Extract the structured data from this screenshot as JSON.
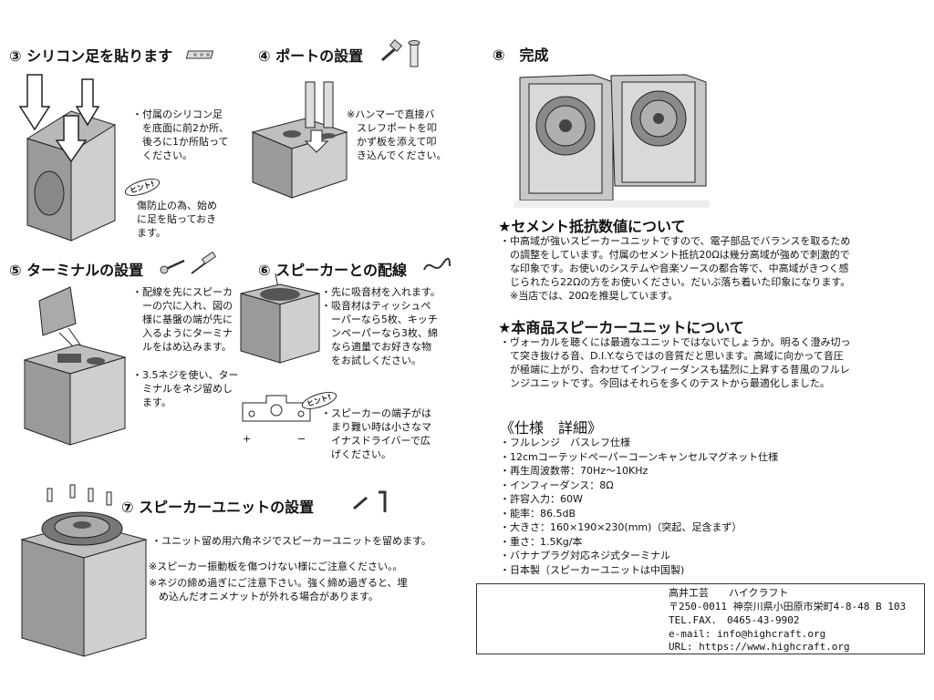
{
  "step3": {
    "title": "③ シリコン足を貼ります",
    "text": "・付属のシリコン足\n　を底面に前2か所、\n　後ろに1か所貼って\n　ください。",
    "hint": "ヒント!",
    "hint_text": "傷防止の為、始め\nに足を貼っておき\nます。"
  },
  "step4": {
    "title": "④ ポートの設置",
    "text": "※ハンマーで直接バ\n　スレフポートを叩\n　かず板を添えて叩\n　き込んでください。"
  },
  "step5": {
    "title": "⑤ ターミナルの設置",
    "text1": "・配線を先にスピーカ\n　ーの穴に入れ、図の\n　様に基盤の端が先に\n　入るようにターミナ\n　ルをはめ込みます。",
    "text2": "・3.5ネジを使い、ター\n　ミナルをネジ留めし\n　ます。"
  },
  "step6": {
    "title": "⑥ スピーカーとの配線",
    "text1": "・先に吸音材を入れます。\n・吸音材はティッシュペ\n　ーパーなら5枚、キッチ\n　ンペーパーなら3枚、綿\n　なら適量でお好きな物\n　をお試しください。",
    "hint": "ヒント!",
    "hint_text": "・スピーカーの端子がは\n　まり難い時は小さなマ\n　イナスドライバーで広\n　げください。",
    "plus": "+",
    "minus": "−"
  },
  "step7": {
    "title": "⑦ スピーカーユニットの設置",
    "text1": "・ユニット留め用六角ネジでスピーカーユニットを留めます。",
    "text2": "※スピーカー振動板を傷つけない様にご注意ください。。",
    "text3": "※ネジの締め過ぎにご注意下さい。強く締め過ぎると、埋\n　め込んだオニメナットが外れる場合があります。"
  },
  "step8": {
    "title": "⑧　完成"
  },
  "cement": {
    "title": "★セメント抵抗数値について",
    "text": "・中高域が強いスピーカーユニットですので、電子部品でバランスを取るため\n　の調整をしています。付属のセメント抵抗20Ωは幾分高域が強めで刺激的で\n　な印象です。お使いのシステムや音楽ソースの都合等で、中高域がきつく感\n　じられたら22Ωの方をお使いください。だいぶ落ち着いた印象になります。\n　※当店では、20Ωを推奨しています。"
  },
  "unit": {
    "title": "★本商品スピーカーユニットについて",
    "text": "・ヴォーカルを聴くには最適なユニットではないでしょうか。明るく澄み切っ\n　て突き抜ける音、D.I.Y.ならではの音質だと思います。高域に向かって音圧\n　が極端に上がり、合わせてインフィーダンスも猛烈に上昇する昔風のフルレ\n　ンジユニットです。今回はそれらを多くのテストから最適化しました。"
  },
  "specs": {
    "title": "《仕様　詳細》",
    "items": [
      "・フルレンジ　バスレフ仕様",
      "・12cmコーテッドペーパーコーンキャンセルマグネット仕様",
      "・再生周波数帯：70Hz～10KHz",
      "・インフィーダンス：8Ω",
      "・許容入力：60W",
      "・能率：86.5dB",
      "・大きさ：160×190×230(mm)（突起、足含まず）",
      "・重さ：1.5Kg/本",
      "・バナナプラグ対応ネジ式ターミナル",
      "・日本製（スピーカーユニットは中国製)"
    ]
  },
  "contact": {
    "company": "高井工芸　　ハイクラフト",
    "address": "〒250-0011 神奈川県小田原市栄町4-8-48 B 103",
    "tel": "TEL.FAX.　0465-43-9902",
    "email": "e-mail: info@highcraft.org",
    "url": "URL: https://www.highcraft.org"
  }
}
